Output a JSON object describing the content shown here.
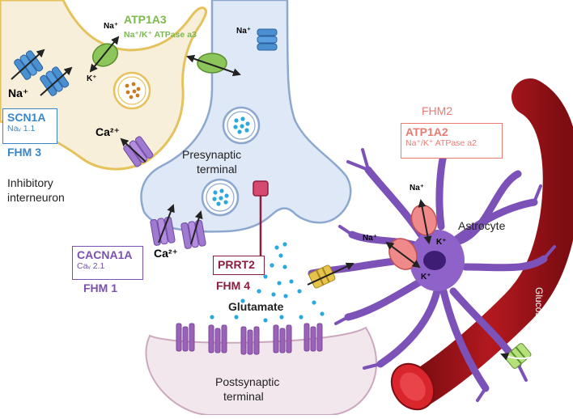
{
  "colors": {
    "interneuron": "#f7efd9",
    "interneuron_border": "#e6c25d",
    "presynaptic": "#dfe8f6",
    "presynaptic_border": "#8da8cf",
    "postsynaptic": "#f3e7ee",
    "postsynaptic_border": "#cba8be",
    "astrocyte": "#8f62c9",
    "vessel": "#a3151a",
    "blue_label": "#3a86c8",
    "green_label": "#7cba4d",
    "salmon_label": "#ea7a72",
    "purple_label": "#7a50b0",
    "maroon_label": "#8d1c3d",
    "vesicle_dot": "#2ba9dc"
  },
  "labels": {
    "atp1a3_title": "ATP1A3",
    "atp1a3_sub": "Na⁺/K⁺ ATPase a3",
    "na_pump_top": "Na⁺",
    "k_pump_top": "K⁺",
    "na_left": "Na⁺",
    "ca_left": "Ca²⁺",
    "scn1a": "SCN1A",
    "nav": "Naᵥ 1.1",
    "fhm3": "FHM 3",
    "interneuron_l1": "Inhibitory",
    "interneuron_l2": "interneuron",
    "na_channel_right": "Na⁺",
    "presynaptic_l1": "Presynaptic",
    "presynaptic_l2": "terminal",
    "ca_bottom": "Ca²⁺",
    "cacna1a": "CACNA1A",
    "cav": "Caᵥ 2.1",
    "fhm1": "FHM 1",
    "prrt2": "PRRT2",
    "fhm4": "FHM 4",
    "glutamate": "Glutamate",
    "postsynaptic_l1": "Postsynaptic",
    "postsynaptic_l2": "terminal",
    "fhm2": "FHM2",
    "atp1a2_title": "ATP1A2",
    "atp1a2_sub": "Na⁺/K⁺ ATPase a2",
    "astrocyte": "Astrocyte",
    "na_astro_1": "Na⁺",
    "k_astro_1": "K⁺",
    "na_astro_2": "Na⁺",
    "k_astro_2": "K⁺",
    "glucose": "Glucose"
  }
}
